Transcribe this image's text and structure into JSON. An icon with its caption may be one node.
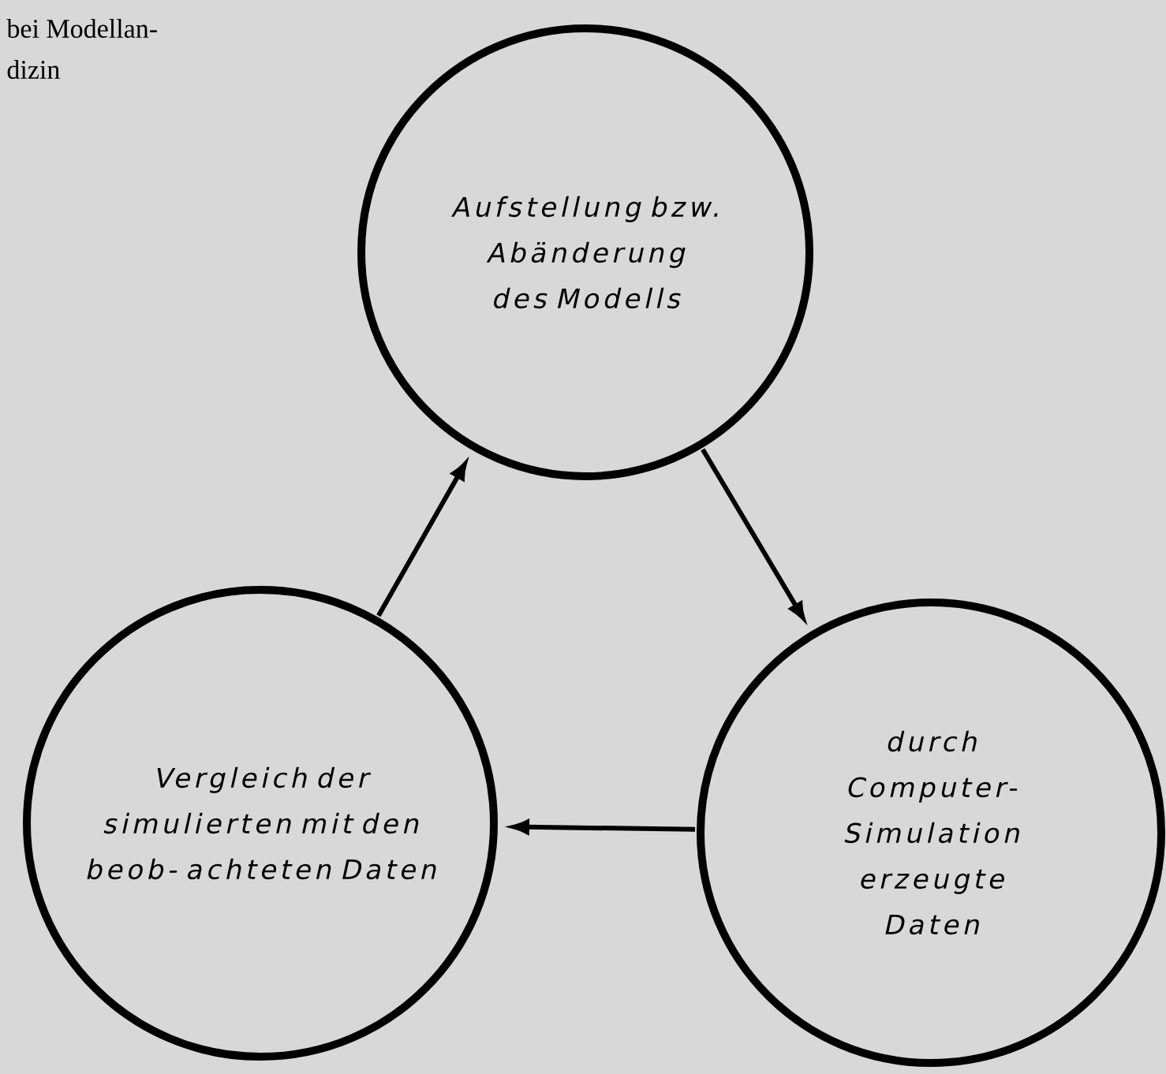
{
  "diagram": {
    "nodes": [
      {
        "text": [
          "Aufstellung bzw. Abänderung des Modells"
        ]
      },
      {
        "text": [
          "durch Computer- Simulation erzeugte Daten"
        ]
      },
      {
        "text": [
          "Vergleich der simulierten mit den beob- achteten Daten"
        ]
      }
    ],
    "edges": [
      {
        "from": 0,
        "to": 1,
        "arrow": "to"
      },
      {
        "from": 1,
        "to": 2,
        "arrow": "to"
      },
      {
        "from": 2,
        "to": 0,
        "arrow": "to"
      }
    ],
    "labels": [
      "bei Modellan-",
      "dizin"
    ]
  }
}
